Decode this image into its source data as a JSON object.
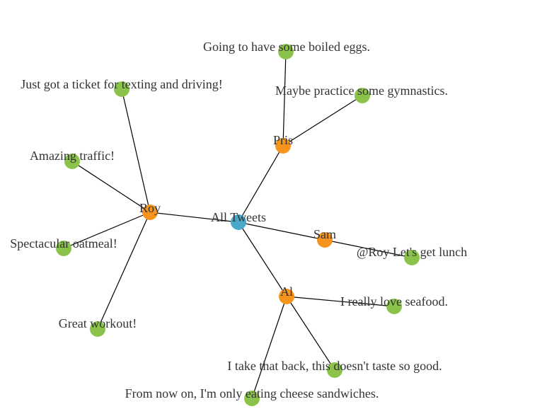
{
  "colors": {
    "root": "#4aa8c8",
    "user": "#f7941d",
    "tweet": "#8bc34a",
    "link": "#000000",
    "label": "#333333"
  },
  "nodes": [
    {
      "id": "root",
      "type": "root",
      "label": "All Tweets"
    },
    {
      "id": "pris",
      "type": "user",
      "label": "Pris"
    },
    {
      "id": "roy",
      "type": "user",
      "label": "Roy"
    },
    {
      "id": "sam",
      "type": "user",
      "label": "Sam"
    },
    {
      "id": "al",
      "type": "user",
      "label": "Al"
    },
    {
      "id": "t1",
      "type": "tweet",
      "label": "Going to have some boiled eggs."
    },
    {
      "id": "t2",
      "type": "tweet",
      "label": "Maybe practice some gymnastics."
    },
    {
      "id": "t3",
      "type": "tweet",
      "label": "Just got a ticket for texting and driving!"
    },
    {
      "id": "t4",
      "type": "tweet",
      "label": "Amazing traffic!"
    },
    {
      "id": "t5",
      "type": "tweet",
      "label": "Spectacular oatmeal!"
    },
    {
      "id": "t6",
      "type": "tweet",
      "label": "Great workout!"
    },
    {
      "id": "t7",
      "type": "tweet",
      "label": "@Roy Let's get lunch"
    },
    {
      "id": "t8",
      "type": "tweet",
      "label": "I really love seafood."
    },
    {
      "id": "t9",
      "type": "tweet",
      "label": "I take that back, this doesn't taste so good."
    },
    {
      "id": "t10",
      "type": "tweet",
      "label": "From now on, I'm only eating cheese sandwiches."
    }
  ],
  "links": [
    {
      "source": "root",
      "target": "pris"
    },
    {
      "source": "root",
      "target": "roy"
    },
    {
      "source": "root",
      "target": "sam"
    },
    {
      "source": "root",
      "target": "al"
    },
    {
      "source": "pris",
      "target": "t1"
    },
    {
      "source": "pris",
      "target": "t2"
    },
    {
      "source": "roy",
      "target": "t3"
    },
    {
      "source": "roy",
      "target": "t4"
    },
    {
      "source": "roy",
      "target": "t5"
    },
    {
      "source": "roy",
      "target": "t6"
    },
    {
      "source": "sam",
      "target": "t7"
    },
    {
      "source": "al",
      "target": "t8"
    },
    {
      "source": "al",
      "target": "t9"
    },
    {
      "source": "al",
      "target": "t10"
    }
  ]
}
